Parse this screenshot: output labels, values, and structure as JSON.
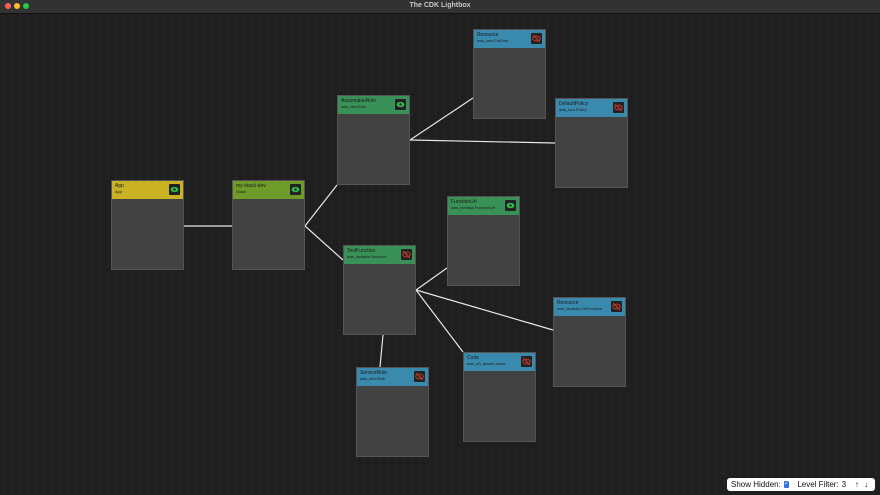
{
  "window": {
    "title": "The CDK Lightbox"
  },
  "edges": [
    [
      "app",
      "stack"
    ],
    [
      "stack",
      "role1"
    ],
    [
      "stack",
      "fn"
    ],
    [
      "role1",
      "res1"
    ],
    [
      "role1",
      "policy"
    ],
    [
      "fn",
      "res2"
    ],
    [
      "fn",
      "res3"
    ],
    [
      "fn",
      "code"
    ],
    [
      "fn",
      "role2"
    ]
  ],
  "nodes": [
    {
      "id": "app",
      "title": "App",
      "subtitle": "App",
      "color": "yellow",
      "hidden": false
    },
    {
      "id": "stack",
      "title": "my-stack-dev",
      "subtitle": "Stack",
      "color": "lime",
      "hidden": false
    },
    {
      "id": "role1",
      "title": "AssumableRole",
      "subtitle": "aws_iam.Role",
      "color": "green",
      "hidden": false
    },
    {
      "id": "fn",
      "title": "TestFunction",
      "subtitle": "aws_lambda.Function",
      "color": "green",
      "hidden": true
    },
    {
      "id": "res1",
      "title": "Resource",
      "subtitle": "aws_iam.CfnRole",
      "color": "blue",
      "hidden": true
    },
    {
      "id": "policy",
      "title": "DefaultPolicy",
      "subtitle": "aws_iam.Policy",
      "color": "blue",
      "hidden": true
    },
    {
      "id": "res2",
      "title": "FunctionUrl",
      "subtitle": "aws_lambda.FunctionUrl",
      "color": "green",
      "hidden": false
    },
    {
      "id": "res3",
      "title": "Resource",
      "subtitle": "aws_lambda.CfnFunction",
      "color": "blue",
      "hidden": true
    },
    {
      "id": "code",
      "title": "Code",
      "subtitle": "aws_s3_assets.Asset",
      "color": "blue",
      "hidden": true
    },
    {
      "id": "role2",
      "title": "ServiceRole",
      "subtitle": "aws_iam.Role",
      "color": "blue",
      "hidden": true
    }
  ],
  "controls": {
    "show_hidden_label": "Show Hidden:",
    "show_hidden_checked": true,
    "level_filter_label": "Level Filter:",
    "level_filter_value": "3",
    "up_arrow": "↑",
    "down_arrow": "↓"
  }
}
